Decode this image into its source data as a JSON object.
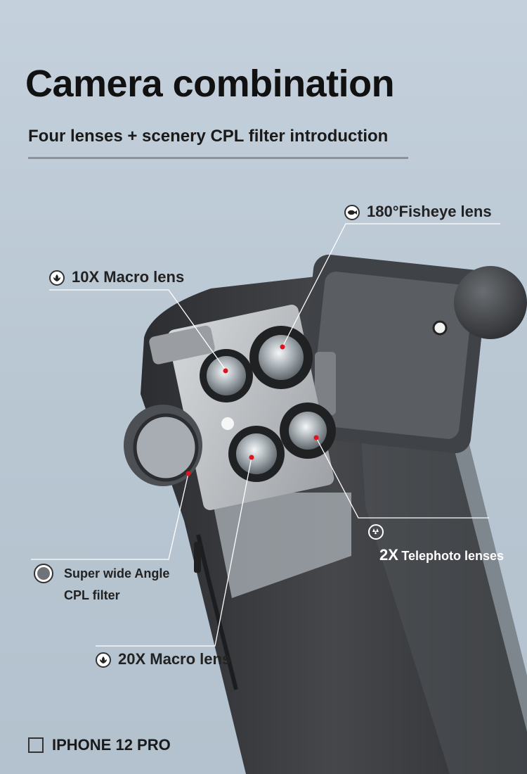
{
  "title": "Camera combination",
  "subtitle": "Four lenses + scenery CPL filter introduction",
  "callouts": {
    "fisheye": {
      "label": "180°Fisheye lens",
      "icon": "fish-icon"
    },
    "macro10": {
      "label": "10X Macro lens",
      "icon": "flower-icon"
    },
    "telephoto": {
      "prefix": "2X",
      "label": "Telephoto lenses",
      "icon": "trees-icon"
    },
    "cpl": {
      "line1": "Super wide Angle",
      "line2": "CPL filter",
      "icon": "filter-disc-icon"
    },
    "macro20": {
      "label": "20X Macro lens",
      "icon": "flower-icon"
    }
  },
  "model": {
    "label": "IPHONE 12 PRO",
    "icon": "checkbox-square-icon"
  },
  "colors": {
    "background": "#bfccd8",
    "case": "#3a3c40",
    "lens_plate": "#b9bcc0",
    "marker": "#e0141e",
    "telephoto_text": "#ffffff"
  }
}
